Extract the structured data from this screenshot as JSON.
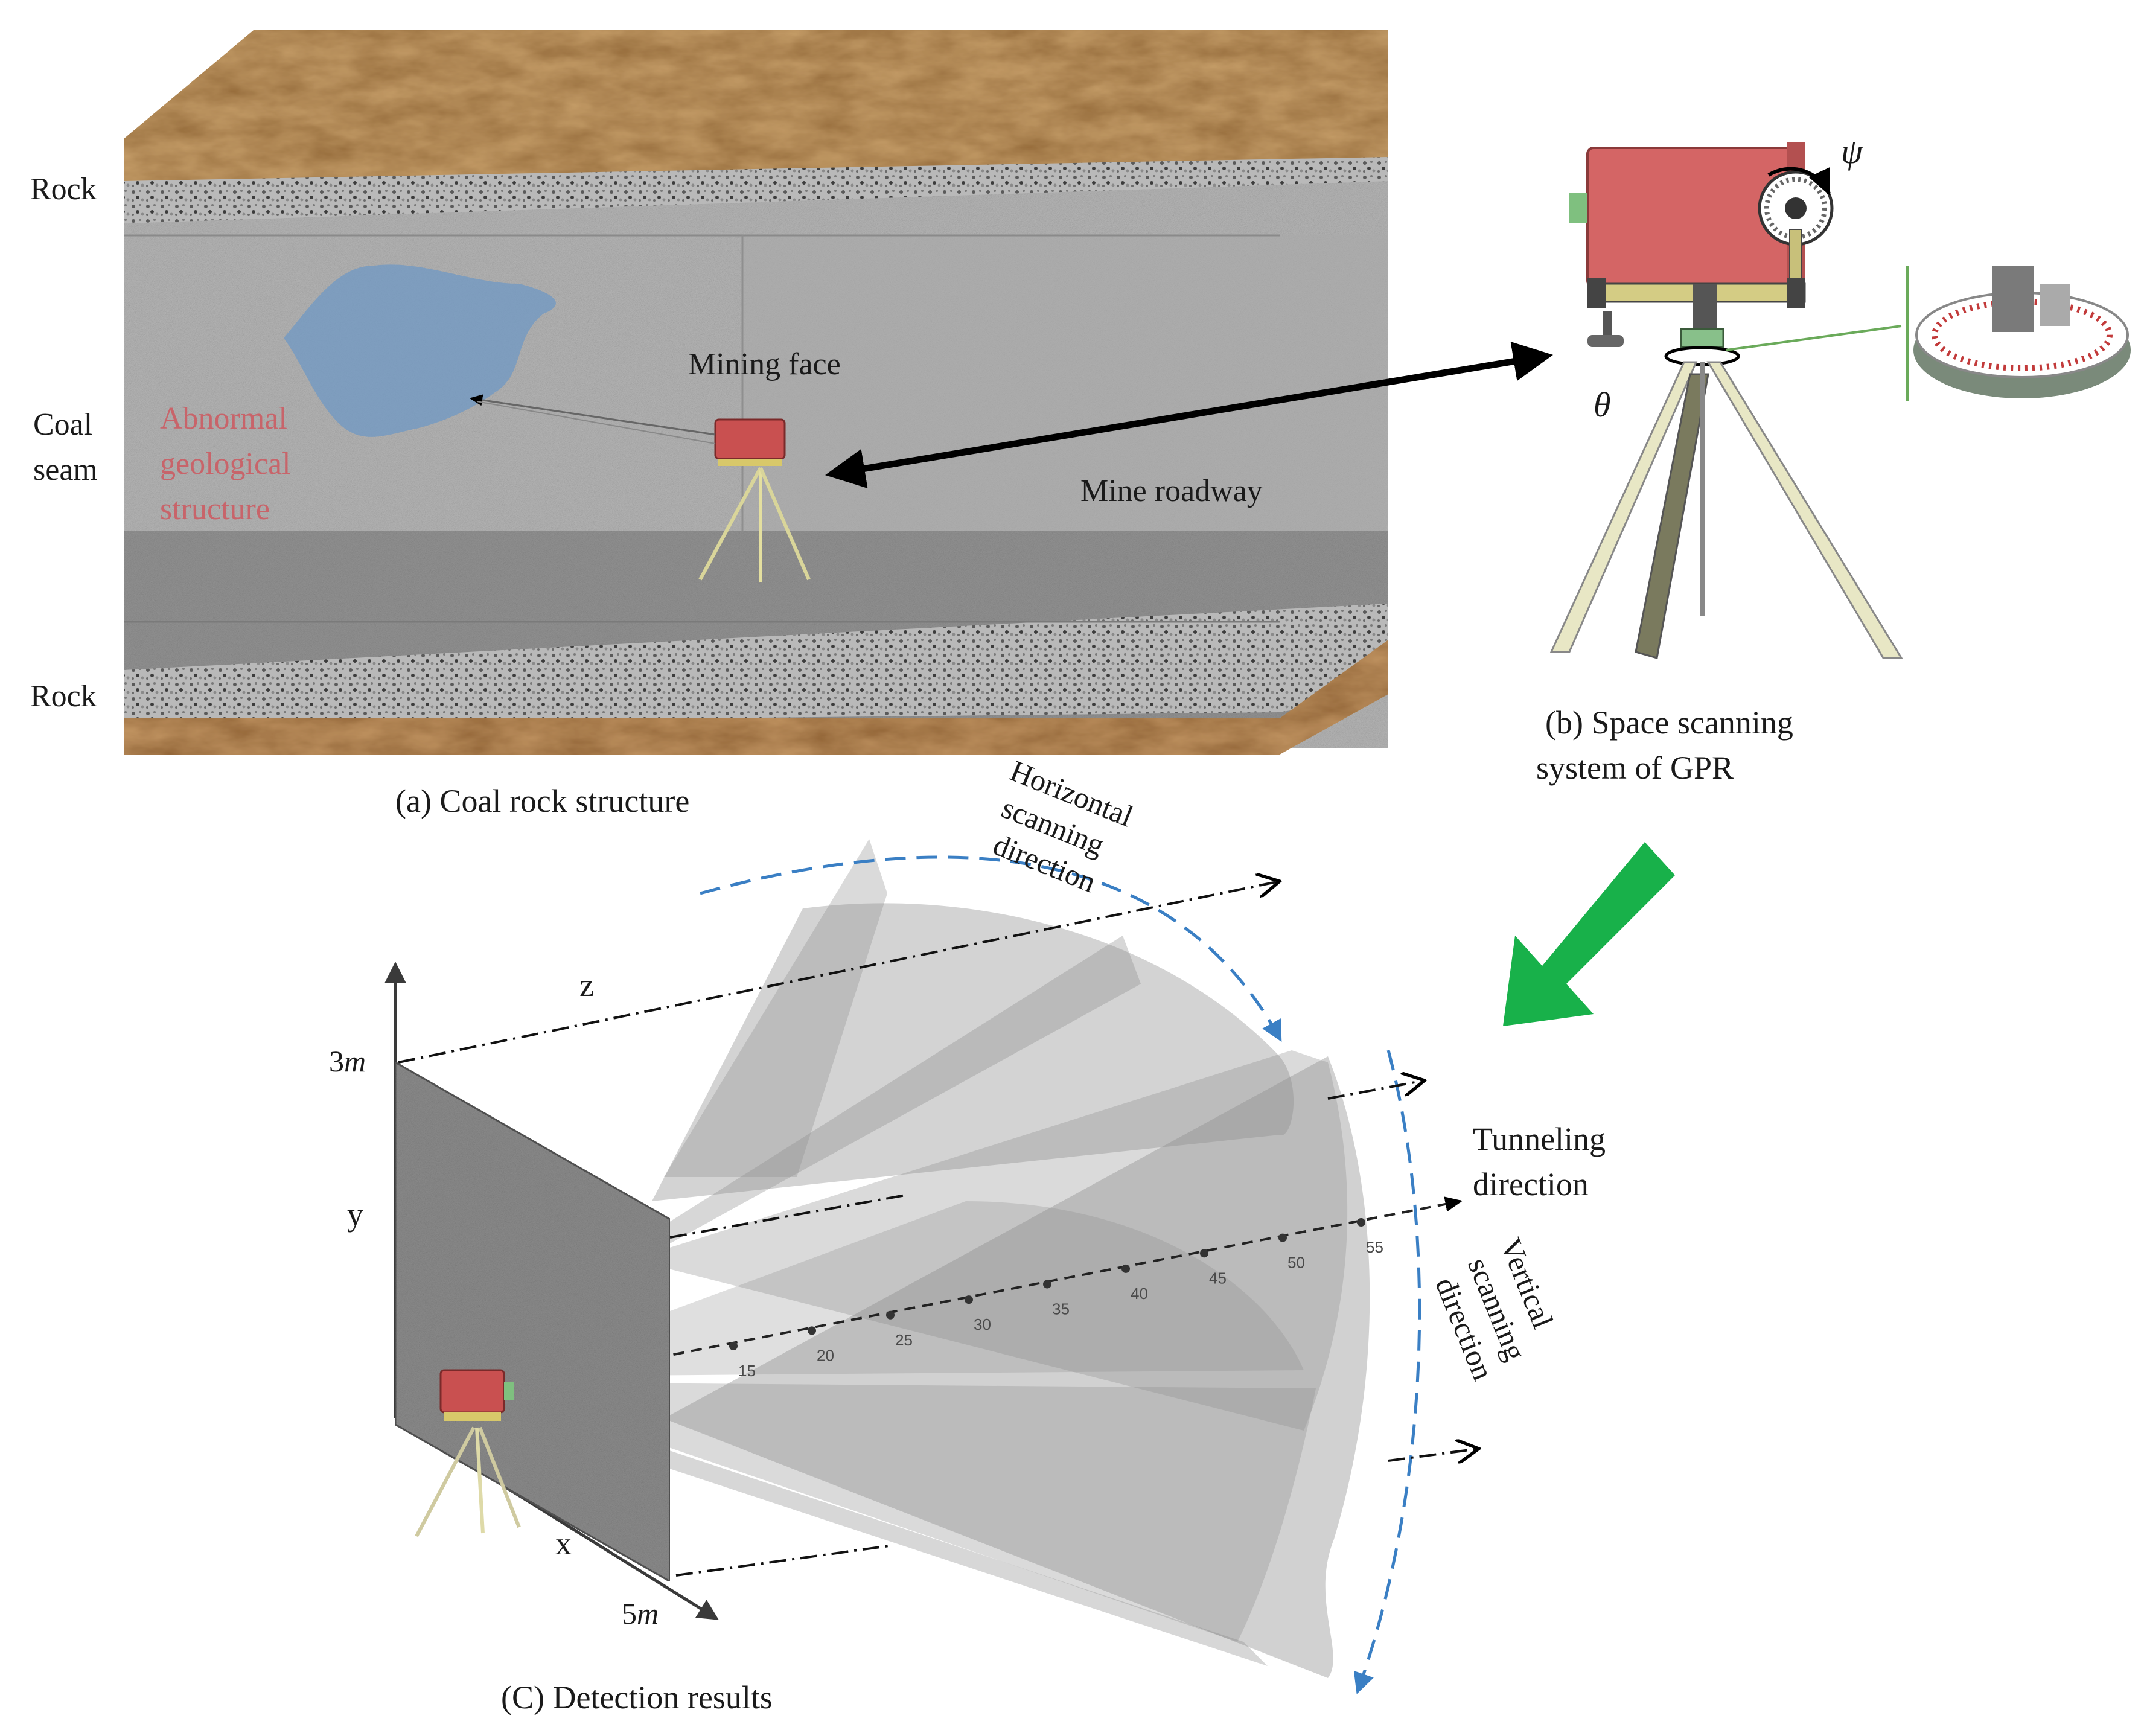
{
  "panel_a": {
    "caption": "(a)  Coal rock structure",
    "labels": {
      "rock_top": "Rock",
      "coal": "Coal",
      "seam": "seam",
      "rock_bottom": "Rock",
      "mining_face": "Mining face",
      "mine_roadway": "Mine roadway",
      "abnormal_1": "Abnormal",
      "abnormal_2": "geological",
      "abnormal_3": "structure"
    }
  },
  "panel_b": {
    "caption_1": "(b) Space scanning",
    "caption_2": "system of GPR",
    "psi": "ψ",
    "theta": "θ"
  },
  "panel_c": {
    "caption": "(C) Detection results",
    "axis_y": "y",
    "axis_x": "x",
    "axis_z": "z",
    "dim_height_num": "3",
    "dim_height_unit": "m",
    "dim_width_num": "5",
    "dim_width_unit": "m",
    "horizontal_1": "Horizontal",
    "horizontal_2": "scanning",
    "horizontal_3": "direction",
    "vertical_1": "Vertical",
    "vertical_2": "scanning",
    "vertical_3": "direction",
    "tunneling_1": "Tunneling",
    "tunneling_2": "direction",
    "ticks": [
      "15",
      "20",
      "25",
      "30",
      "35",
      "40",
      "45",
      "50",
      "55"
    ]
  },
  "colors": {
    "radar": "#c95050",
    "arrow_green": "#18b14a",
    "dash_blue": "#3a7fc4",
    "anomaly_blue": "#6f98c4",
    "abnormal_text": "#c8646a",
    "fan_gray": "#8c8c8c"
  }
}
